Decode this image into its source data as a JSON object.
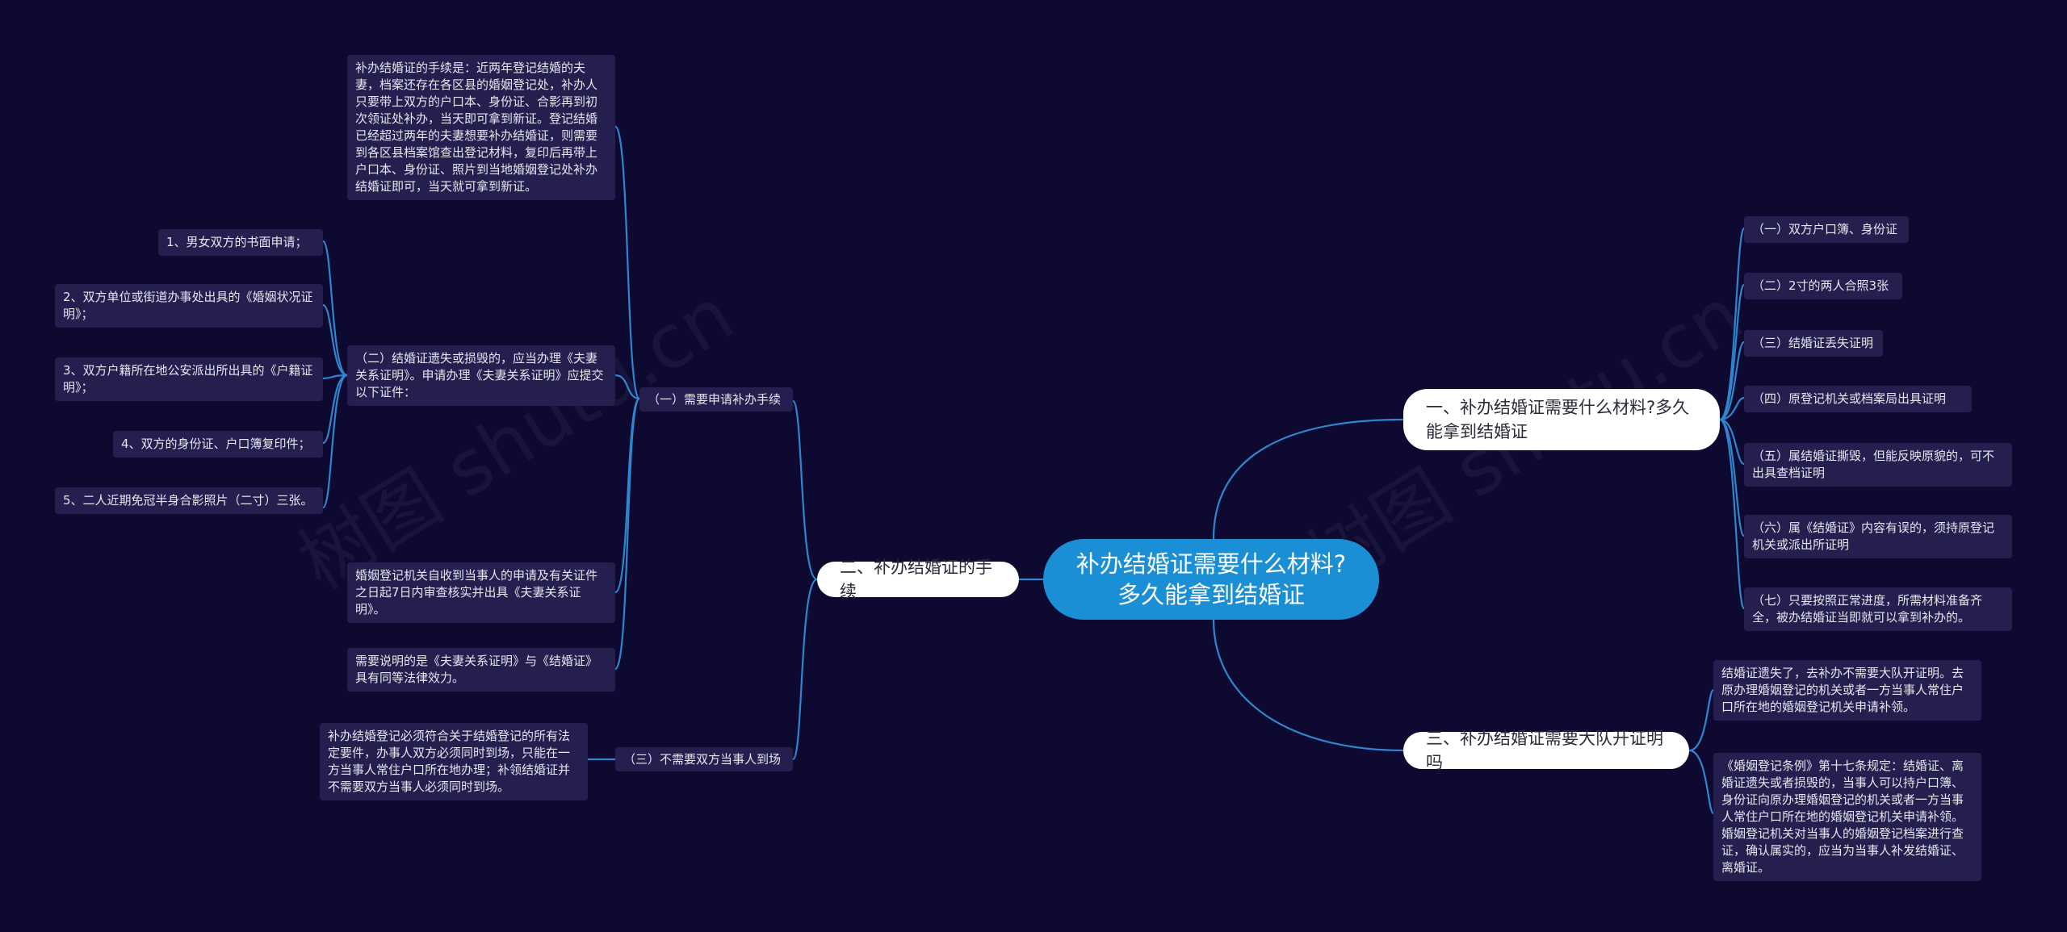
{
  "root": "补办结婚证需要什么材料?多久能拿到结婚证",
  "watermark": [
    "树图 shutu.cn",
    "树图 shutu.cn"
  ],
  "branches": {
    "materials": {
      "title": "一、补办结婚证需要什么材料?多久能拿到结婚证",
      "items": [
        "（一）双方户口簿、身份证",
        "（二）2寸的两人合照3张",
        "（三）结婚证丢失证明",
        "（四）原登记机关或档案局出具证明",
        "（五）属结婚证撕毁，但能反映原貌的，可不出具查档证明",
        "（六）属《结婚证》内容有误的，须持原登记机关或派出所证明",
        "（七）只要按照正常进度，所需材料准备齐全，被办结婚证当即就可以拿到补办的。"
      ]
    },
    "procedure": {
      "title": "二、补办结婚证的手续",
      "sub1": {
        "title": "（一）需要申请补办手续",
        "intro": "补办结婚证的手续是：近两年登记结婚的夫妻，档案还存在各区县的婚姻登记处，补办人只要带上双方的户口本、身份证、合影再到初次领证处补办，当天即可拿到新证。登记结婚已经超过两年的夫妻想要补办结婚证，则需要到各区县档案馆查出登记材料，复印后再带上户口本、身份证、照片到当地婚姻登记处补办结婚证即可，当天就可拿到新证。",
        "sub2": {
          "title": "（二）结婚证遗失或损毁的，应当办理《夫妻关系证明》。申请办理《夫妻关系证明》应提交以下证件：",
          "items": [
            "1、男女双方的书面申请；",
            "2、双方单位或街道办事处出具的《婚姻状况证明》；",
            "3、双方户籍所在地公安派出所出具的《户籍证明》；",
            "4、双方的身份证、户口簿复印件；",
            "5、二人近期免冠半身合影照片（二寸）三张。"
          ]
        },
        "review": "婚姻登记机关自收到当事人的申请及有关证件之日起7日内审查核实并出具《夫妻关系证明》。",
        "note": "需要说明的是《夫妻关系证明》与《结婚证》具有同等法律效力。"
      },
      "sub3": {
        "title": "（三）不需要双方当事人到场",
        "detail": "补办结婚登记必须符合关于结婚登记的所有法定要件，办事人双方必须同时到场，只能在一方当事人常住户口所在地办理；补领结婚证并不需要双方当事人必须同时到场。"
      }
    },
    "proof": {
      "title": "三、补办结婚证需要大队开证明吗",
      "items": [
        "结婚证遗失了，去补办不需要大队开证明。去原办理婚姻登记的机关或者一方当事人常住户口所在地的婚姻登记机关申请补领。",
        "《婚姻登记条例》第十七条规定：结婚证、离婚证遗失或者损毁的，当事人可以持户口簿、身份证向原办理婚姻登记的机关或者一方当事人常住户口所在地的婚姻登记机关申请补领。婚姻登记机关对当事人的婚姻登记档案进行查证，确认属实的，应当为当事人补发结婚证、离婚证。"
      ]
    }
  }
}
